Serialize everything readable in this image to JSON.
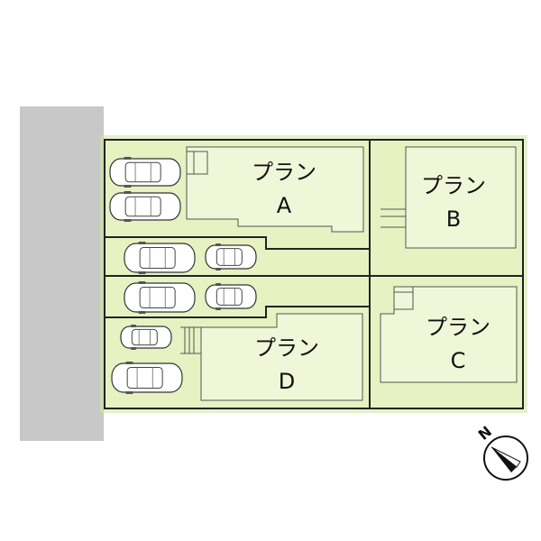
{
  "plans": [
    {
      "id": "A",
      "line1": "プラン",
      "line2": "A"
    },
    {
      "id": "B",
      "line1": "プラン",
      "line2": "B"
    },
    {
      "id": "C",
      "line1": "プラン",
      "line2": "C"
    },
    {
      "id": "D",
      "line1": "プラン",
      "line2": "D"
    }
  ],
  "compass": {
    "label": "N"
  },
  "colors": {
    "road": "#c8c8c8",
    "lot_fill": "#e6f2c2",
    "lot_border": "#222222",
    "house_fill": "#f0f6d8"
  }
}
